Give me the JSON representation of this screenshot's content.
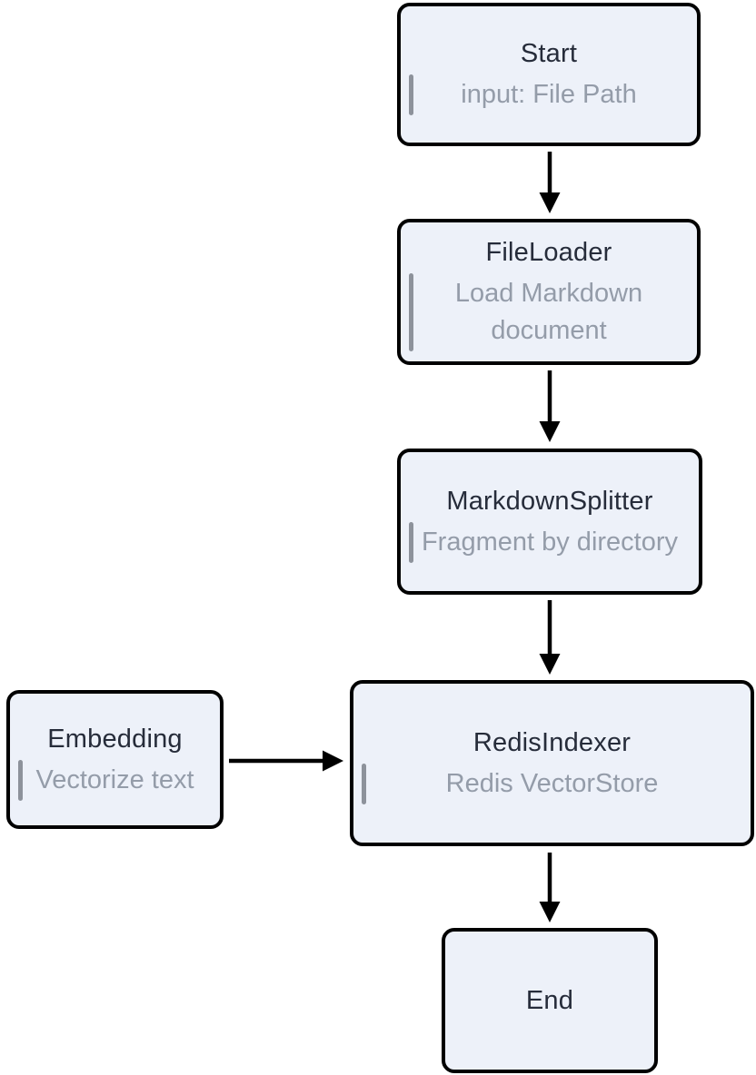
{
  "diagram": {
    "type": "flowchart",
    "direction": "top-down",
    "colors": {
      "background": "#ffffff",
      "node_fill": "#edf1f9",
      "node_border": "#000000",
      "title_color": "#262c3a",
      "subtitle_color": "#949ca9",
      "accent_bar": "#8d929b",
      "arrow": "#000000"
    },
    "nodes": [
      {
        "id": "start",
        "title": "Start",
        "subtitle": "input: File Path"
      },
      {
        "id": "fileloader",
        "title": "FileLoader",
        "subtitle": "Load Markdown document"
      },
      {
        "id": "markdownsplitter",
        "title": "MarkdownSplitter",
        "subtitle": "Fragment by directory"
      },
      {
        "id": "embedding",
        "title": "Embedding",
        "subtitle": "Vectorize text"
      },
      {
        "id": "redisindexer",
        "title": "RedisIndexer",
        "subtitle": "Redis VectorStore"
      },
      {
        "id": "end",
        "title": "End",
        "subtitle": ""
      }
    ],
    "edges": [
      {
        "from": "Start",
        "to": "FileLoader"
      },
      {
        "from": "FileLoader",
        "to": "MarkdownSplitter"
      },
      {
        "from": "MarkdownSplitter",
        "to": "RedisIndexer"
      },
      {
        "from": "Embedding",
        "to": "RedisIndexer"
      },
      {
        "from": "RedisIndexer",
        "to": "End"
      }
    ]
  }
}
